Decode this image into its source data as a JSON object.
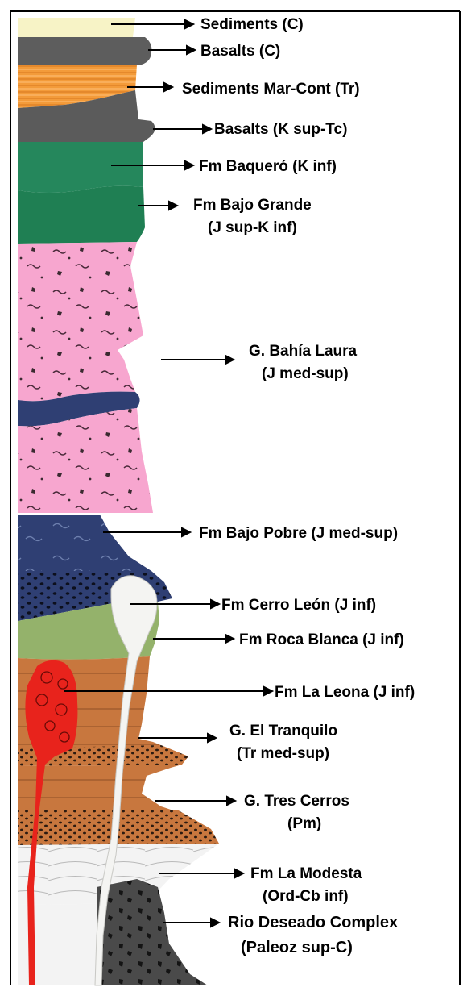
{
  "units": [
    {
      "id": "sed-c",
      "lines": [
        "Sediments (C)"
      ],
      "color": "#f7f3c6"
    },
    {
      "id": "bas-c",
      "lines": [
        "Basalts (C)"
      ],
      "color": "#5d5d5d"
    },
    {
      "id": "sed-tr",
      "lines": [
        "Sediments Mar-Cont (Tr)"
      ],
      "color": "#f39b3a"
    },
    {
      "id": "bas-k",
      "lines": [
        "Basalts (K sup-Tc)"
      ],
      "color": "#5b5b5b"
    },
    {
      "id": "baquero",
      "lines": [
        "Fm Baqueró (K inf)"
      ],
      "color": "#23845a"
    },
    {
      "id": "bajogrande",
      "lines": [
        "Fm Bajo Grande",
        "(J sup-K inf)"
      ],
      "color": "#23845a"
    },
    {
      "id": "bahialaura",
      "lines": [
        "G. Bahía Laura",
        "(J med-sup)"
      ],
      "color": "#f7a6cf"
    },
    {
      "id": "bajopobre",
      "lines": [
        "Fm Bajo Pobre (J med-sup)"
      ],
      "color": "#2f3f73"
    },
    {
      "id": "cerroleon",
      "lines": [
        "Fm Cerro León (J inf)"
      ],
      "color": "#f1f1ef"
    },
    {
      "id": "rocablanca",
      "lines": [
        "Fm Roca Blanca (J inf)"
      ],
      "color": "#93b16a"
    },
    {
      "id": "laleona",
      "lines": [
        "Fm La Leona (J inf)"
      ],
      "color": "#e8231c"
    },
    {
      "id": "tranquilo",
      "lines": [
        "G. El Tranquilo",
        "(Tr med-sup)"
      ],
      "color": "#c8773e"
    },
    {
      "id": "trescerros",
      "lines": [
        "G. Tres Cerros",
        "(Pm)"
      ],
      "color": "#c8773e"
    },
    {
      "id": "modesta",
      "lines": [
        "Fm La Modesta",
        "(Ord-Cb inf)"
      ],
      "color": "#f2f2f2"
    },
    {
      "id": "deseado",
      "lines": [
        "Rio Deseado Complex",
        "(Paleoz sup-C)"
      ],
      "color": "#4a4a4a"
    }
  ]
}
